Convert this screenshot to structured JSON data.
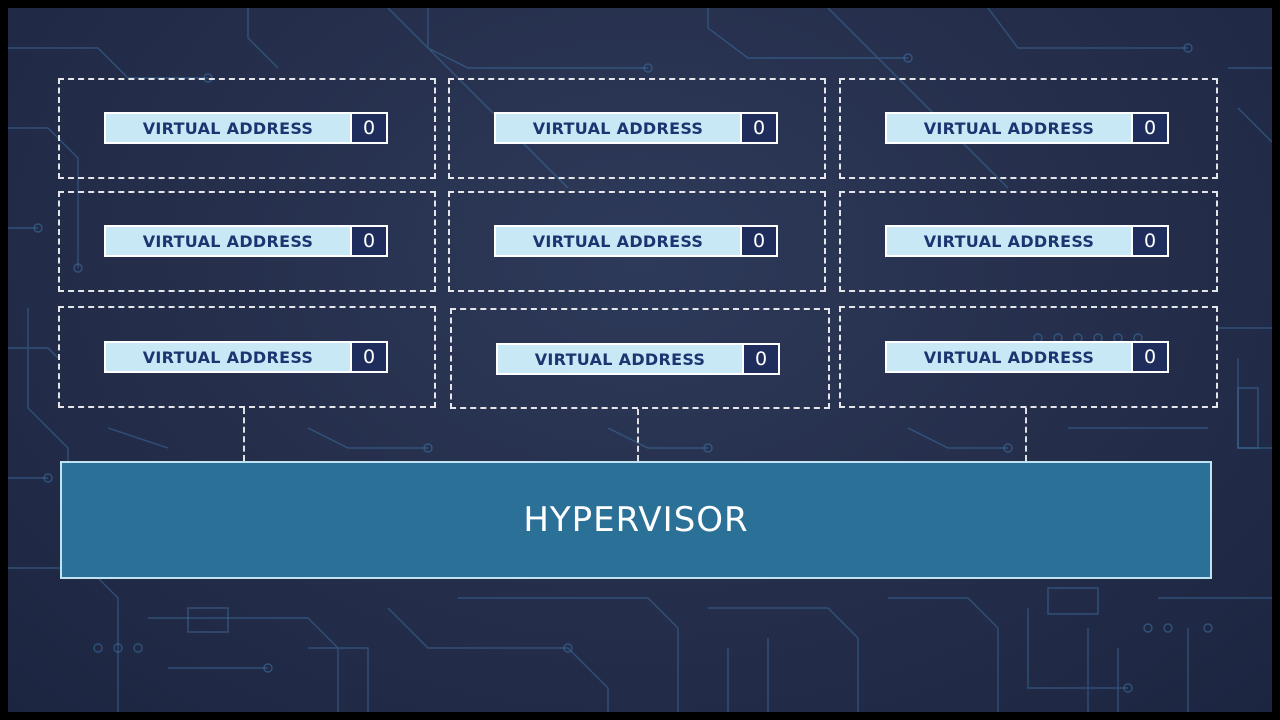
{
  "vms": [
    {
      "address_label": "VIRTUAL ADDRESS",
      "address_value": "0"
    },
    {
      "address_label": "VIRTUAL ADDRESS",
      "address_value": "0"
    },
    {
      "address_label": "VIRTUAL ADDRESS",
      "address_value": "0"
    },
    {
      "address_label": "VIRTUAL ADDRESS",
      "address_value": "0"
    },
    {
      "address_label": "VIRTUAL ADDRESS",
      "address_value": "0"
    },
    {
      "address_label": "VIRTUAL ADDRESS",
      "address_value": "0"
    },
    {
      "address_label": "VIRTUAL ADDRESS",
      "address_value": "0"
    },
    {
      "address_label": "VIRTUAL ADDRESS",
      "address_value": "0"
    },
    {
      "address_label": "VIRTUAL ADDRESS",
      "address_value": "0"
    }
  ],
  "hypervisor": {
    "label": "HYPERVISOR"
  },
  "colors": {
    "background": "#26304d",
    "hypervisor_fill": "#2a7097",
    "address_fill": "#c8e8f6",
    "address_text": "#1e3470",
    "value_fill": "#1e2d5c"
  }
}
